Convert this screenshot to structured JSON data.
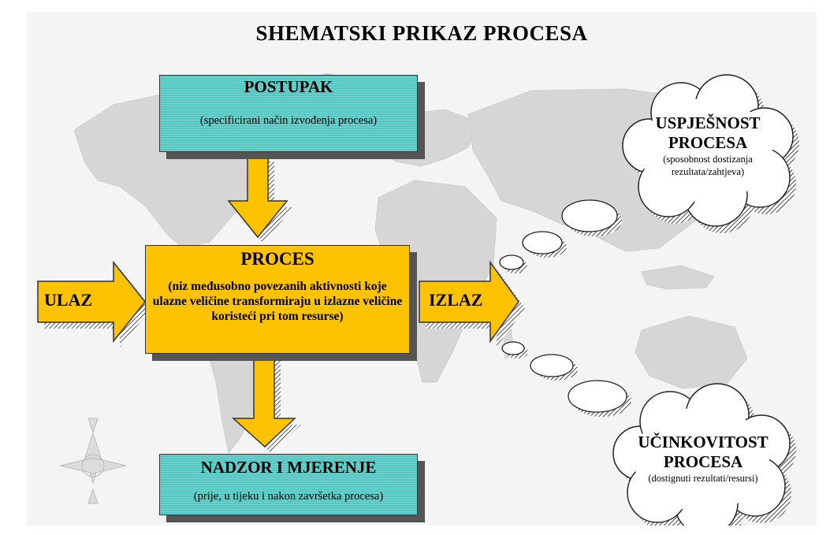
{
  "title": "SHEMATSKI PRIKAZ PROCESA",
  "postupak": {
    "heading": "POSTUPAK",
    "text": "(specificirani način izvođenja procesa)"
  },
  "proces": {
    "heading": "PROCES",
    "text": "(niz međusobno povezanih aktivnosti koje ulazne veličine transformiraju u izlazne veličine koristeći pri tom resurse)"
  },
  "nadzor": {
    "heading": "NADZOR I MJERENJE",
    "text": "(prije, u tijeku i nakon završetka procesa)"
  },
  "ulaz": {
    "label": "ULAZ"
  },
  "izlaz": {
    "label": "IZLAZ"
  },
  "uspjesnost": {
    "heading_line1": "USPJEŠNOST",
    "heading_line2": "PROCESA",
    "text_line1": "(sposobnost dostizanja",
    "text_line2": "rezultata/zahtjeva)"
  },
  "ucinkovitost": {
    "heading_line1": "UČINKOVITOST",
    "heading_line2": "PROCESA",
    "text_line1": "(dostignuti rezultati/resursi)"
  },
  "colors": {
    "teal_box": "#55c7c2",
    "yellow_box": "#fdc300",
    "map": "#d9d9d9",
    "shadow": "#555555"
  }
}
